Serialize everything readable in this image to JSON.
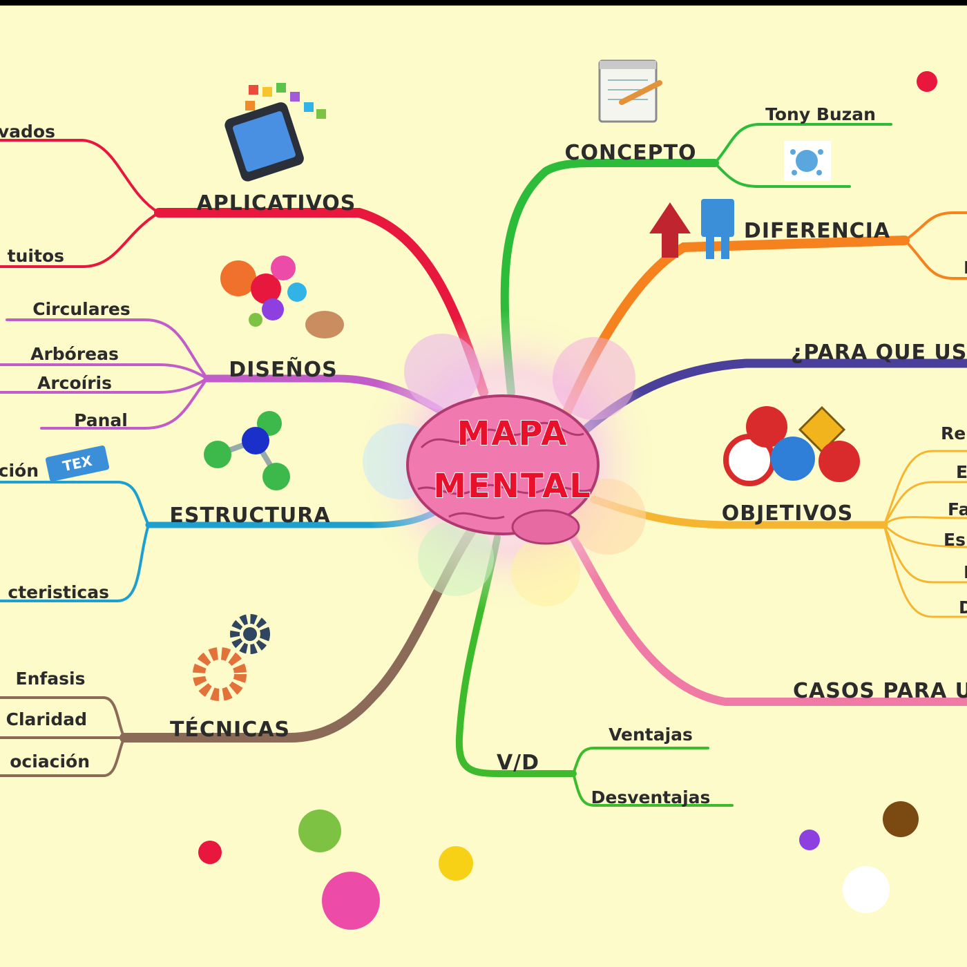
{
  "center": {
    "line1": "MAPA",
    "line2": "MENTAL"
  },
  "branches": {
    "aplicativos": {
      "label": "APLICATIVOS",
      "color": "#e8173e",
      "children": [
        "vados",
        "tuitos"
      ]
    },
    "disenos": {
      "label": "DISEÑOS",
      "color": "#c25cc9",
      "children": [
        "Circulares",
        "Arbóreas",
        "Arcoíris",
        "Panal"
      ]
    },
    "estructura": {
      "label": "ESTRUCTURA",
      "color": "#1e9fd0",
      "children": [
        "ción",
        "cteristicas"
      ],
      "badge": "TEX"
    },
    "tecnicas": {
      "label": "TÉCNICAS",
      "color": "#8b6a58",
      "children": [
        "Enfasis",
        "Claridad",
        "ociación"
      ]
    },
    "concepto": {
      "label": "CONCEPTO",
      "color": "#2dbb3a",
      "children": [
        "Tony Buzan",
        ""
      ]
    },
    "diferencia": {
      "label": "DIFERENCIA",
      "color": "#f5821f",
      "children": [
        "",
        "I"
      ]
    },
    "para_que": {
      "label": "¿PARA QUE US",
      "color": "#4a3f9a"
    },
    "objetivos": {
      "label": "OBJETIVOS",
      "color": "#f5b531",
      "children": [
        "Re",
        "E",
        "Fa",
        "Es",
        "I",
        "D"
      ]
    },
    "casos": {
      "label": "CASOS PARA U",
      "color": "#ef7aa6"
    },
    "vd": {
      "label": "V/D",
      "color": "#3dbb2d",
      "children": [
        "Ventajas",
        "Desventajas"
      ]
    }
  },
  "icons": [
    "smartphone-apps-icon",
    "paint-splash-icon",
    "molecule-icon",
    "gears-icon",
    "notepad-pencil-icon",
    "brain-logo-icon",
    "arrows-figures-icon",
    "road-signs-icon",
    "brain-icon"
  ],
  "dots": [
    {
      "color": "#e8173e"
    },
    {
      "color": "#7dc242"
    },
    {
      "color": "#e8173e"
    },
    {
      "color": "#f7d116"
    },
    {
      "color": "#ec4ba8"
    },
    {
      "color": "#8d3fe0"
    },
    {
      "color": "#7a4a12"
    },
    {
      "color": "#ffffff"
    }
  ]
}
